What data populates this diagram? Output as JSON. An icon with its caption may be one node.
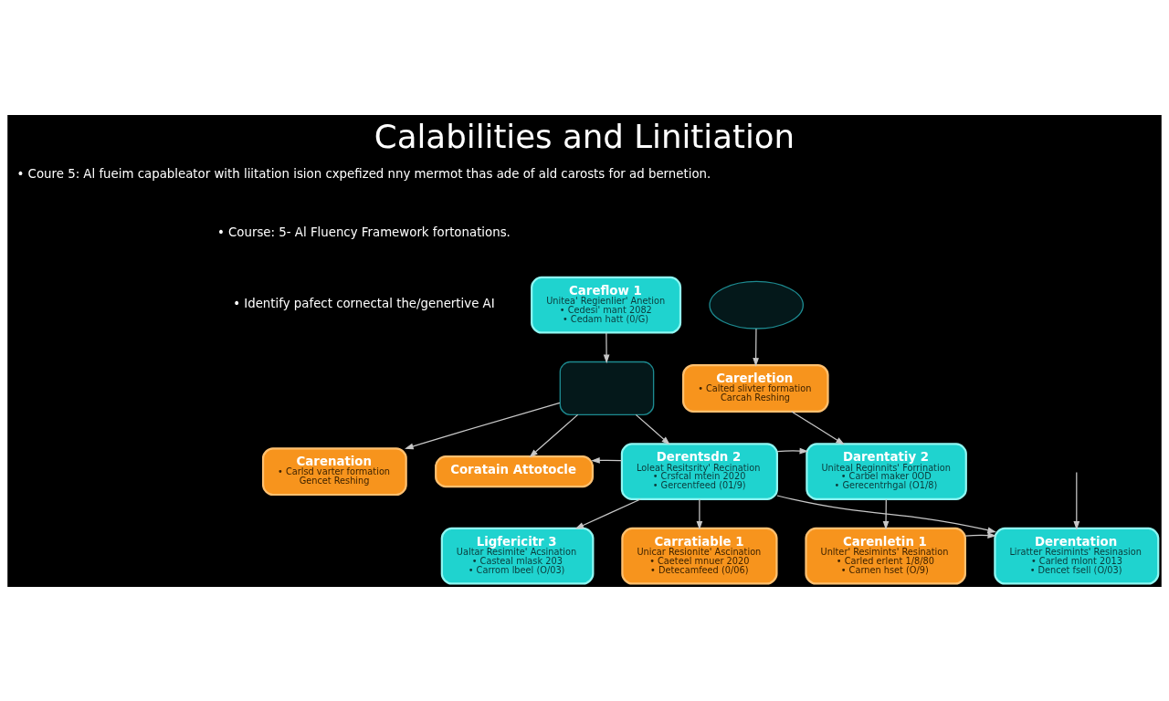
{
  "diagram": {
    "title": "Calabilities and Linitiation",
    "nodes": [
      {
        "text": [
          "Careflow 1",
          "Unitea' Regienlier' Anetion",
          "• Cedesi' mant 2082",
          "• Cedam hatt (0/G)"
        ]
      },
      {
        "text": [],
        "shape": "circle"
      },
      {
        "text": [],
        "shape": "box"
      },
      {
        "text": [
          "Carerletion",
          "• Calted slivter formation",
          "Carcah Reshing"
        ]
      },
      {
        "text": [
          "Carenation",
          "• Carlsd varter formation",
          "Gencet Reshing"
        ]
      },
      {
        "text": [
          "Coratain Attotocle"
        ]
      },
      {
        "text": [
          "Derentsdn 2",
          "Loleat Resitsrity' Recination",
          "• Crsfcal mtein 2020",
          "• Gercentfeed (01/9)"
        ]
      },
      {
        "text": [
          "Darentatiy 2",
          "Uniteal Reginnits' Forrination",
          "• Carbel maker 0OD",
          "• Gerecentrhgal (O1/8)"
        ]
      },
      {
        "text": [
          "Ligfericitr 3",
          "Ualtar Resimite' Acsination",
          "• Casteal mlask 203",
          "• Carrom lbeel (O/03)"
        ]
      },
      {
        "text": [
          "Carratiable 1",
          "Unicar Resionite' Ascination",
          "• Caeteel mnuer 2020",
          "• Detecamfeed (0/06)"
        ]
      },
      {
        "text": [
          "Carenletin 1",
          "Unlter' Resimints' Resination",
          "• Carled erlent 1/8/80",
          "• Carnen hset (O/9)"
        ]
      },
      {
        "text": [
          "Derentation",
          "Liratter Resimints' Resinasion",
          "• Carled mlont 2013",
          "• Dencet fsell (O/03)"
        ]
      }
    ],
    "edges": [
      {
        "from": 0,
        "to": 2,
        "arrow": "to"
      },
      {
        "from": 1,
        "to": 3,
        "arrow": "to"
      },
      {
        "from": 2,
        "to": 4,
        "arrow": "to"
      },
      {
        "from": 2,
        "to": 5,
        "arrow": "to"
      },
      {
        "from": 2,
        "to": 6,
        "arrow": "to"
      },
      {
        "from": 3,
        "to": 7,
        "arrow": "to"
      },
      {
        "from": 6,
        "to": 7,
        "arrow": "to"
      },
      {
        "from": 6,
        "to": 9,
        "arrow": "to"
      },
      {
        "from": 7,
        "to": 10,
        "arrow": "to"
      },
      {
        "from": 6,
        "to": 8,
        "arrow": "to"
      },
      {
        "from": 6,
        "to": 5,
        "arrow": "to"
      },
      {
        "from": 6,
        "to": 11,
        "arrow": "to"
      },
      {
        "from": 10,
        "to": 11,
        "arrow": "to"
      },
      {
        "from": null,
        "to": 11,
        "arrow": "to"
      }
    ],
    "labels": [
      "• Coure 5: Al fueim capableator with liitation ision cxpefized nny mermot thas ade of ald carosts for ad bernetion.",
      "• Course: 5- Al Fluency Framework fortonations.",
      "• Identify pafect cornectal the/genertive AI"
    ]
  }
}
